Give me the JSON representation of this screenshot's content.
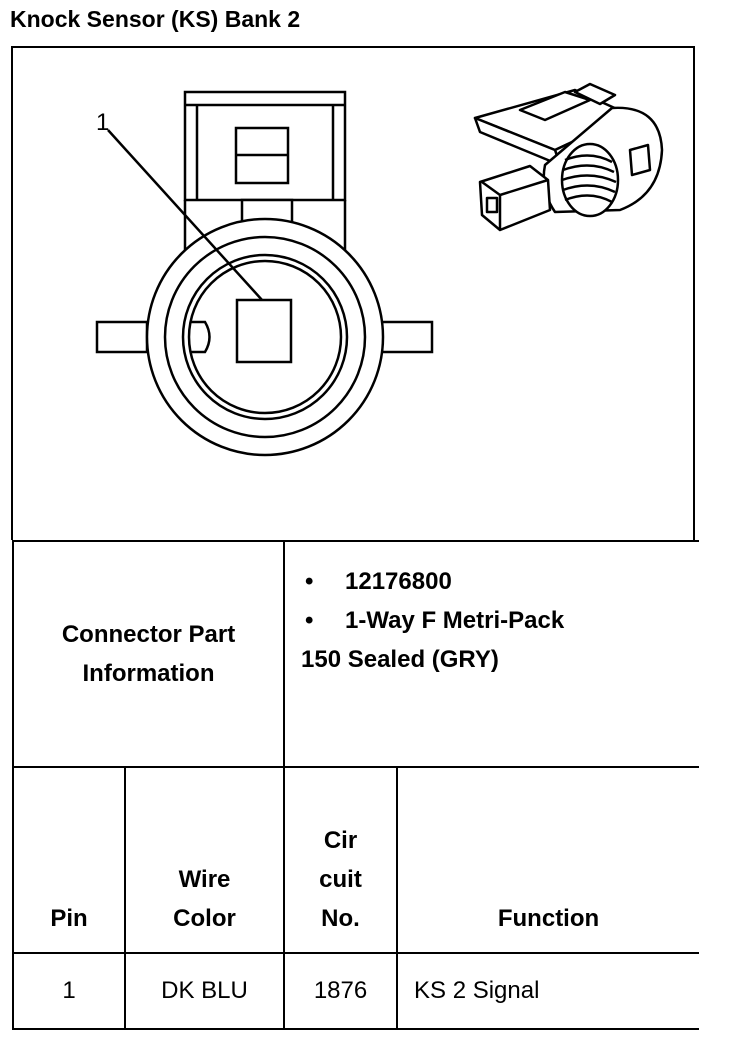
{
  "title": "Knock Sensor (KS) Bank 2",
  "diagram": {
    "callout_label": "1"
  },
  "connector_info": {
    "label_line1": "Connector Part",
    "label_line2": "Information",
    "bullet_symbol": "•",
    "part_number": "12176800",
    "description_line1": "1-Way F Metri-Pack",
    "description_line2": "150 Sealed (GRY)"
  },
  "pin_table": {
    "headers": {
      "pin": "Pin",
      "wire_color_line1": "Wire",
      "wire_color_line2": "Color",
      "circuit_line1": "Cir",
      "circuit_line2": "cuit",
      "circuit_line3": "No.",
      "function": "Function"
    },
    "rows": [
      {
        "pin": "1",
        "wire_color": "DK BLU",
        "circuit": "1876",
        "function": "KS 2 Signal"
      }
    ]
  }
}
